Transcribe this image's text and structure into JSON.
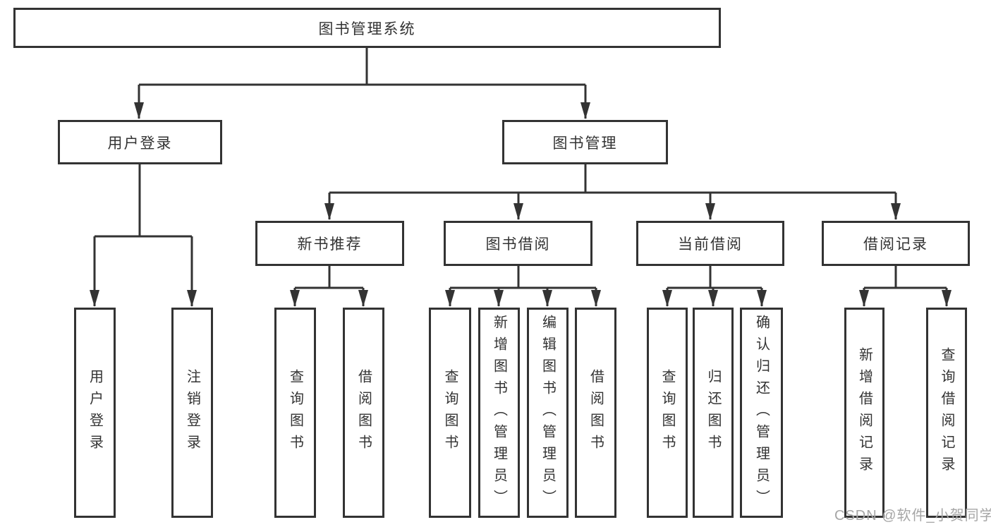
{
  "tree": {
    "root": {
      "label": "图书管理系统"
    },
    "branches": {
      "user_login": {
        "label": "用户登录",
        "children": {
          "login": {
            "label": "用户登录"
          },
          "logout": {
            "label": "注销登录"
          }
        }
      },
      "book_mgmt": {
        "label": "图书管理",
        "children": {
          "new_book_rec": {
            "label": "新书推荐",
            "children": {
              "query_books": {
                "label": "查询图书"
              },
              "borrow_books": {
                "label": "借阅图书"
              }
            }
          },
          "book_borrow": {
            "label": "图书借阅",
            "children": {
              "query_books": {
                "label": "查询图书"
              },
              "add_books": {
                "label": "新增图书（管理员）"
              },
              "edit_books": {
                "label": "编辑图书（管理员）"
              },
              "borrow_books": {
                "label": "借阅图书"
              }
            }
          },
          "current_borrow": {
            "label": "当前借阅",
            "children": {
              "query_books": {
                "label": "查询图书"
              },
              "return_books": {
                "label": "归还图书"
              },
              "confirm_return": {
                "label": "确认归还（管理员）"
              }
            }
          },
          "borrow_record": {
            "label": "借阅记录",
            "children": {
              "add_record": {
                "label": "新增借阅记录"
              },
              "query_record": {
                "label": "查询借阅记录"
              }
            }
          }
        }
      }
    }
  },
  "colors": {
    "line": "#333333",
    "box_border": "#333333",
    "box_fill": "#ffffff",
    "text": "#333333",
    "watermark": "#a6a6a6"
  },
  "watermark": {
    "text": "CSDN @软件_小贺同学"
  }
}
